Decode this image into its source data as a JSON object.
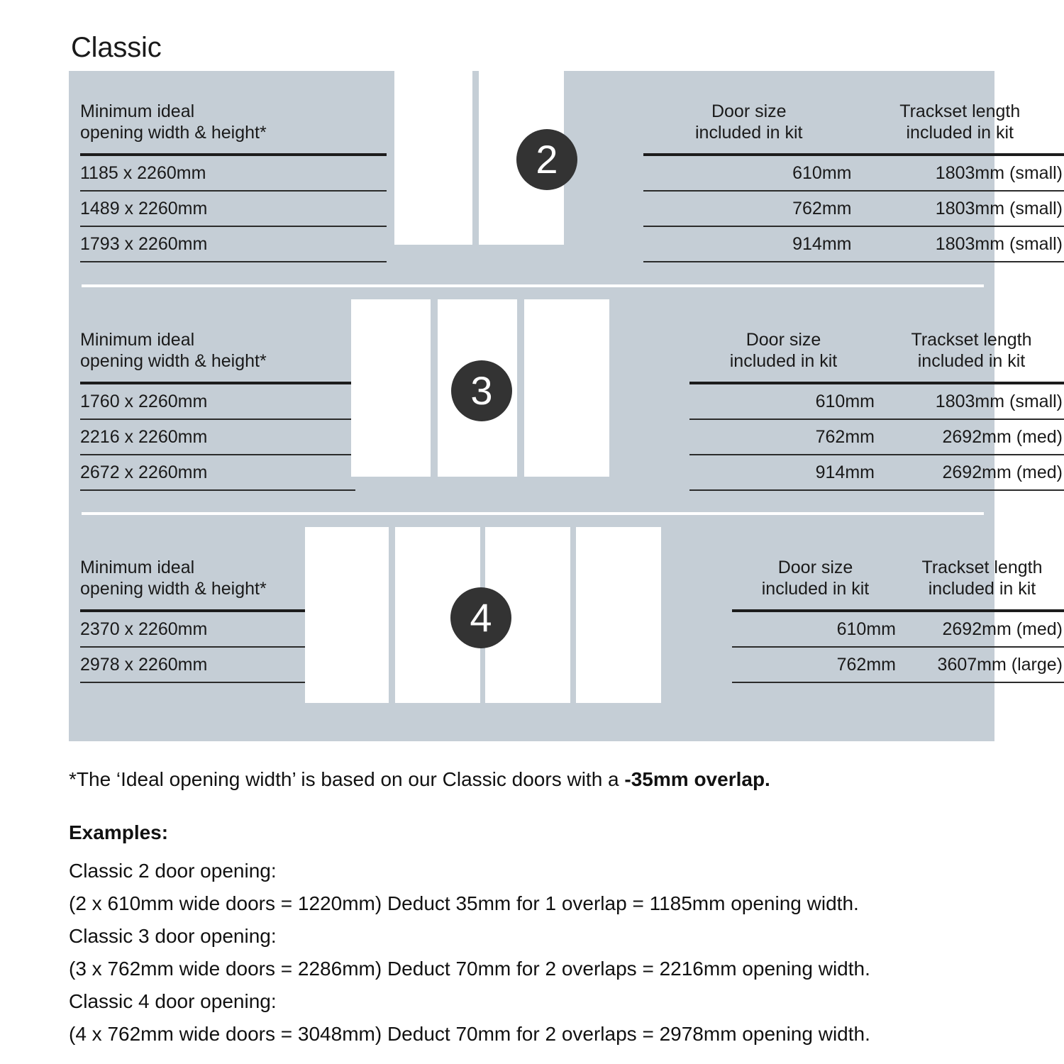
{
  "title": "Classic",
  "colors": {
    "panel_bg": "#c5ced6",
    "door_fill": "#ffffff",
    "badge_bg": "#333333",
    "text": "#111111",
    "rule": "#2b2b2b"
  },
  "sections": [
    {
      "badge": "2",
      "door_count": 2,
      "left_header": "Minimum ideal\nopening width & height*",
      "col_headers": [
        "Door size\nincluded in kit",
        "Trackset length\nincluded in kit"
      ],
      "rows": [
        {
          "opening": "1185 x 2260mm",
          "door_size": "610mm",
          "trackset": "1803mm (small)"
        },
        {
          "opening": "1489 x 2260mm",
          "door_size": "762mm",
          "trackset": "1803mm (small)"
        },
        {
          "opening": "1793 x 2260mm",
          "door_size": "914mm",
          "trackset": "1803mm (small)"
        }
      ]
    },
    {
      "badge": "3",
      "door_count": 3,
      "left_header": "Minimum ideal\nopening width & height*",
      "col_headers": [
        "Door size\nincluded in kit",
        "Trackset length\nincluded in kit"
      ],
      "rows": [
        {
          "opening": "1760 x 2260mm",
          "door_size": "610mm",
          "trackset": "1803mm (small)"
        },
        {
          "opening": "2216 x 2260mm",
          "door_size": "762mm",
          "trackset": "2692mm (med)"
        },
        {
          "opening": "2672 x 2260mm",
          "door_size": "914mm",
          "trackset": "2692mm (med)"
        }
      ]
    },
    {
      "badge": "4",
      "door_count": 4,
      "left_header": "Minimum ideal\nopening width & height*",
      "col_headers": [
        "Door size\nincluded in kit",
        "Trackset length\nincluded in kit"
      ],
      "rows": [
        {
          "opening": "2370 x 2260mm",
          "door_size": "610mm",
          "trackset": "2692mm (med)"
        },
        {
          "opening": "2978 x 2260mm",
          "door_size": "762mm",
          "trackset": "3607mm (large)"
        }
      ]
    }
  ],
  "footnote": {
    "text": "*The ‘Ideal opening width’ is based on our Classic doors with a ",
    "bold": "-35mm overlap."
  },
  "examples_title": "Examples:",
  "examples": [
    "Classic 2 door opening:",
    "(2 x 610mm wide doors = 1220mm)  Deduct 35mm for 1 overlap = 1185mm opening width.",
    "Classic 3 door opening:",
    "(3 x 762mm wide doors = 2286mm)  Deduct 70mm for 2 overlaps = 2216mm opening width.",
    "Classic 4 door opening:",
    "(4 x 762mm wide doors = 3048mm)  Deduct 70mm for 2 overlaps = 2978mm opening width."
  ]
}
